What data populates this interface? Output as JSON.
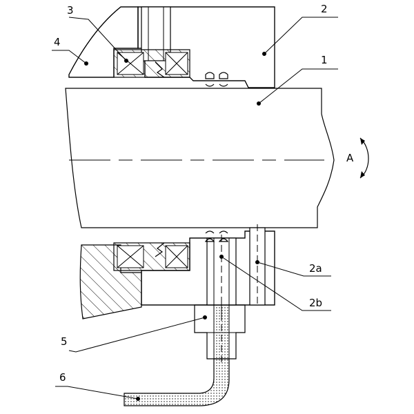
{
  "labels": {
    "shaft": "1",
    "housing": "2",
    "seal_ring": "3",
    "gland": "4",
    "fitting": "5",
    "pipe": "6",
    "housing_channel": "2a",
    "housing_port": "2b",
    "rotation": "A"
  },
  "colors": {
    "line": "#000000",
    "background": "#ffffff"
  }
}
